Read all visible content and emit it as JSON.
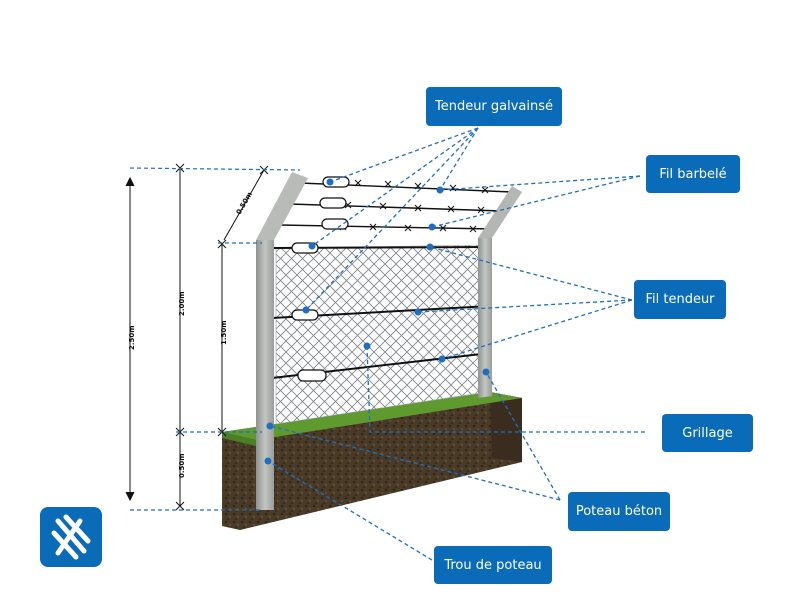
{
  "labels": {
    "tendeur_galvanise": "Tendeur galvainsé",
    "fil_barbele": "Fil barbelé",
    "fil_tendeur": "Fil tendeur",
    "grillage": "Grillage",
    "poteau_beton": "Poteau béton",
    "trou_de_poteau": "Trou de poteau"
  },
  "dimensions": {
    "total_height": "2.50m",
    "above_ground": "2.00m",
    "mesh_height": "1.50m",
    "underground": "0.50m",
    "arm_length": "0.50m"
  },
  "colors": {
    "accent": "#0a6cb8",
    "leader": "#1e6fbf",
    "soil": "#4a3a28",
    "grass": "#5e9a2e",
    "post": "#a9adaa"
  },
  "logo": {
    "icon": "brand-logo-icon"
  }
}
